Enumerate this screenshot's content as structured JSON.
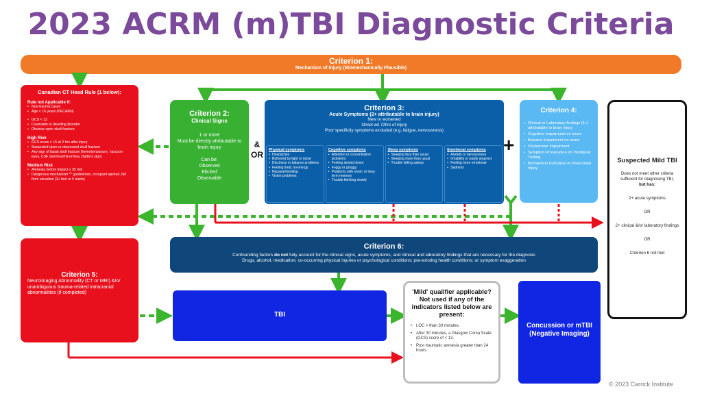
{
  "title": "2023 ACRM (m)TBI Diagnostic Criteria",
  "criterion1": {
    "heading": "Criterion 1:",
    "subheading": "Mechanism of Injury (Biomechanically Plausible)"
  },
  "canadian": {
    "heading": "Canadian CT Head Rule (1 below):",
    "not_applicable_heading": "Rule not Applicable if:",
    "not_applicable": [
      "Non-trauma cases",
      "Age < 16 years (PECARN)",
      "",
      "GCS < 13",
      "Coumadin or bleeding disorder",
      "Obvious open skull fracture"
    ],
    "high_risk_heading": "High Risk",
    "high_risk": [
      "GCS score < 15 at 2 hrs after injury",
      "Suspected open or depressed skull fracture",
      "Any sign of basal skull fracture (hemotympanum, 'raccoon eyes, CSF otorrhea/rhinorrhea, Battle's sign)"
    ],
    "medium_risk_heading": "Medium Risk",
    "medium_risk": [
      "Amnesia before impact ≥ 30 min",
      "Dangerous mechanism ** (pedestrian, occupant ejected, fall from elevation (3+ feet or 5 stairs)"
    ]
  },
  "criterion2": {
    "heading": "Criterion 2:",
    "subheading": "Clinical Signs",
    "line1": "1 or more",
    "line2": "Must be directly attributable to brain injury",
    "line3": "Can be:",
    "items": [
      "Observed",
      "Elicited",
      "Observable"
    ]
  },
  "connector_andor": [
    "&",
    "OR"
  ],
  "plus_sign": "+",
  "criterion3": {
    "heading": "Criterion 3:",
    "subheading": "Acute Symptoms (2+ attributable to brain injury)",
    "lines": [
      "New or worsened",
      "Onset w/i 72hrs of injury",
      "Poor specificity symptoms excluded (e.g. fatigue, nervousness)"
    ],
    "columns": [
      {
        "heading": "Physical symptoms",
        "items": [
          "Headaches",
          "Bothered by light or noise",
          "Dizziness or balance problems",
          "Feeling tired, no energy",
          "Nausea/Vomiting",
          "Vision problems"
        ]
      },
      {
        "heading": "Cognitive symptoms",
        "items": [
          "Attention or concentration problems",
          "Feeling slowed down",
          "Foggy or groggy",
          "Problems with short- or long-term memory",
          "Trouble thinking clearly"
        ]
      },
      {
        "heading": "Sleep symptoms",
        "items": [
          "Sleeping less than usual",
          "Sleeping more than usual",
          "Trouble falling asleep"
        ]
      },
      {
        "heading": "Emotional symptoms",
        "items": [
          "Anxiety or nervousness",
          "Irritability or easily angered",
          "Feeling more emotional",
          "Sadness"
        ]
      }
    ]
  },
  "criterion4": {
    "heading": "Criterion 4:",
    "items": [
      "Clinical or Laboratory findings (1+) attributable to brain injury",
      "Cognitive Impairment on exam",
      "Balance Impairment on exam",
      "Oculomotor Impairment",
      "Symptom Provocation on Vestibular Testing",
      "Biomarkers Indicative of Intracranial Injury"
    ]
  },
  "suspected": {
    "heading": "Suspected Mild TBI",
    "text": "Does not meet other criteria sufficient for diagnosing TBI,",
    "but_has": "but has:",
    "opt1": "2+ acute symptoms",
    "or1": "OR",
    "opt2": "2+ clinical &/or laboratory findings",
    "or2": "OR",
    "opt3": "Criterion 6 not met"
  },
  "criterion5": {
    "heading": "Criterion 5:",
    "text": "Neuroimaging Abnormality (CT or MRI) &/or unambiguous trauma-related intracranial abnormalities (if completed)"
  },
  "criterion6": {
    "heading": "Criterion 6:",
    "line1_pre": "Confounding factors ",
    "line1_bold": "do not",
    "line1_post": " fully account for the clinical signs, acute symptoms, and clinical and laboratory findings that are necessary for the diagnosis",
    "line2": "Drugs, alcohol, medication; co-occurring physical injuries or psychological conditions; pre-existing health conditions; or symptom exaggeration"
  },
  "tbi": {
    "label": "TBI"
  },
  "mild": {
    "heading": "'Mild' qualifier applicable? Not used if any of the indicators listed below are present:",
    "items": [
      "LOC > than 30 minutes.",
      "After 30 minutes, a Glasgow Coma Scale (GCS) score of < 13.",
      "Post traumatic amnesia greater than 24 hours."
    ]
  },
  "concussion": {
    "label": "Concussion or mTBI (Negative Imaging)"
  },
  "copyright": "© 2023 Carrick Institute",
  "colors": {
    "title": "#7b4a9a",
    "criterion1": "#f07a28",
    "red": "#e8101d",
    "green": "#38b032",
    "arrow_green": "#3cb52e",
    "blue": "#0b5fa9",
    "light_blue": "#5ab9f2",
    "navy": "#10477a",
    "royal": "#1126e3"
  }
}
